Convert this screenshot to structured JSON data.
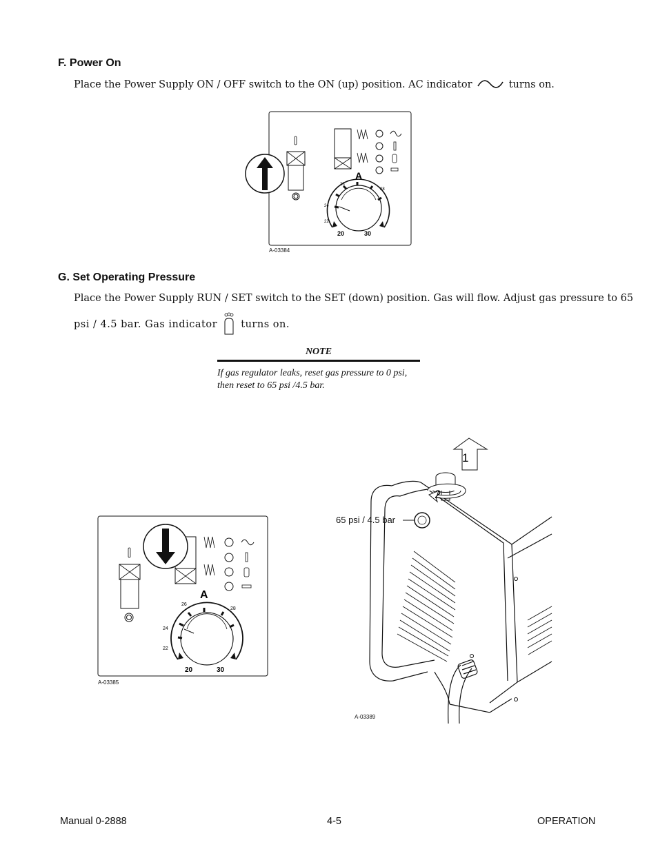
{
  "section_f": {
    "heading": "F.  Power On",
    "text_before": "Place the Power Supply ON / OFF switch to the ON (up) position.  AC indicator",
    "text_after": "turns on."
  },
  "figure_1": {
    "id": "A-03384",
    "label_a": "A",
    "dial_labels": [
      "20",
      "22",
      "24",
      "26",
      "28",
      "30"
    ]
  },
  "section_g": {
    "heading": "G.  Set Operating Pressure",
    "line1": "Place the Power Supply RUN / SET switch to the SET (down) position. Gas will flow.  Adjust gas pressure to 65",
    "line2_before": "psi / 4.5 bar.   Gas indicator",
    "line2_after": "turns on."
  },
  "note": {
    "title": "NOTE",
    "line1": "If gas regulator leaks, reset gas pressure to 0 psi,",
    "line2": "then reset to 65 psi /4.5 bar."
  },
  "figure_2": {
    "id": "A-03385",
    "label_a": "A",
    "dial_labels": [
      "20",
      "22",
      "24",
      "26",
      "28",
      "30"
    ]
  },
  "figure_3": {
    "id": "A-03389",
    "pressure_label": "65 psi / 4.5 bar",
    "step1": "1",
    "step2": "2"
  },
  "footer": {
    "left": "Manual 0-2888",
    "center": "4-5",
    "right": "OPERATION"
  },
  "icons": {
    "ac": "ac-wave-icon",
    "gas": "gas-cylinder-icon",
    "temp": "thermometer-icon",
    "up_arrow": "arrow-up-icon",
    "down_arrow": "arrow-down-icon"
  }
}
